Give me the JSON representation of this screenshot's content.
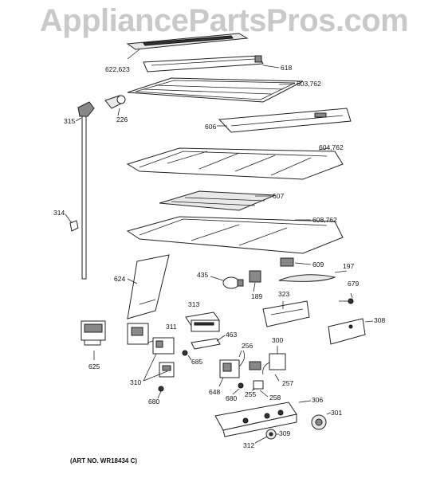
{
  "watermark": "AppliancePartsPros.com",
  "art_number": "(ART NO. WR18434 C)",
  "callouts": [
    "622,623",
    "618",
    "603,762",
    "315",
    "226",
    "606",
    "604,762",
    "607",
    "314",
    "608,762",
    "609",
    "197",
    "435",
    "624",
    "189",
    "679",
    "323",
    "313",
    "308",
    "311",
    "463",
    "625",
    "256",
    "300",
    "685",
    "310",
    "257",
    "648",
    "680",
    "255",
    "258",
    "306",
    "680",
    "301",
    "309",
    "312"
  ]
}
